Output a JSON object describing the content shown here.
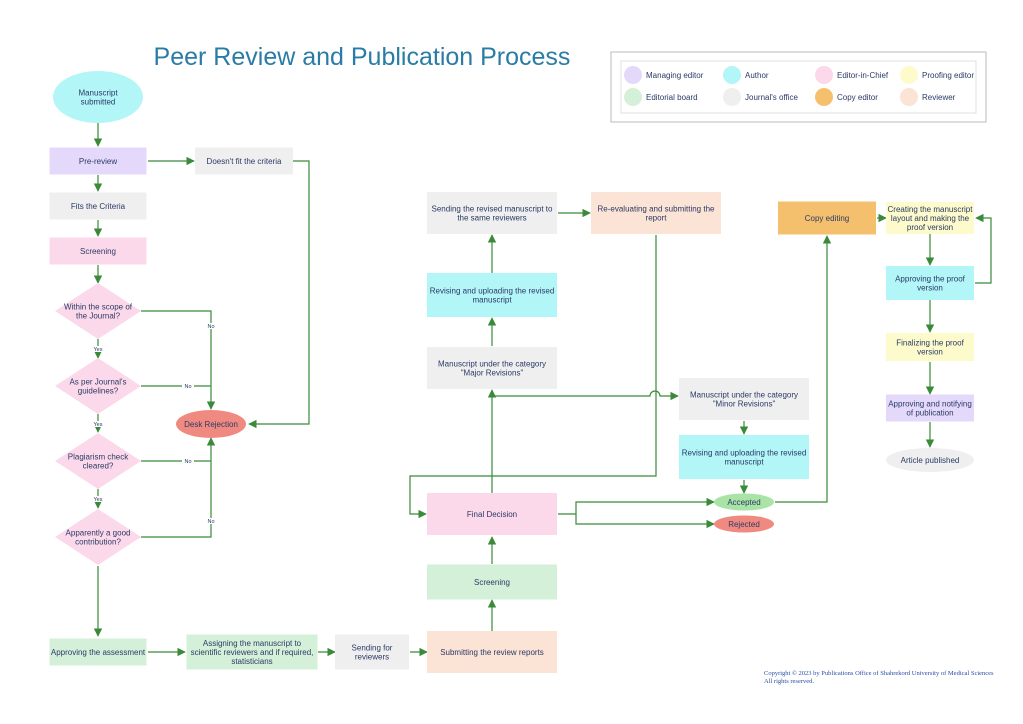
{
  "title": "Peer Review and Publication Process",
  "colors": {
    "managing_editor": "#e4d9fb",
    "author": "#b2f6f8",
    "editor_in_chief": "#fcd9ea",
    "proofing_editor": "#fdfbcb",
    "editorial_board": "#d5f0d8",
    "journals_office": "#efefef",
    "copy_editor": "#f5c06e",
    "reviewer": "#fbe3d5",
    "rejection": "#f08a80",
    "accepted": "#a9e3a6",
    "edge": "#3a8a3a"
  },
  "legend": [
    {
      "label": "Managing editor",
      "color": "#e4d9fb"
    },
    {
      "label": "Author",
      "color": "#b2f6f8"
    },
    {
      "label": "Editor-in-Chief",
      "color": "#fcd9ea"
    },
    {
      "label": "Proofing editor",
      "color": "#fdfbcb"
    },
    {
      "label": "Editorial board",
      "color": "#d5f0d8"
    },
    {
      "label": "Journal's office",
      "color": "#efefef"
    },
    {
      "label": "Copy editor",
      "color": "#f5c06e"
    },
    {
      "label": "Reviewer",
      "color": "#fbe3d5"
    }
  ],
  "nodes": {
    "manuscript_submitted": [
      "Manuscript",
      "submitted"
    ],
    "pre_review": [
      "Pre-review"
    ],
    "doesnt_fit": [
      "Doesn't fit the criteria"
    ],
    "fits_criteria": [
      "Fits the Criteria"
    ],
    "screening_1": [
      "Screening"
    ],
    "within_scope": [
      "Within the scope of",
      "the Journal?"
    ],
    "per_guidelines": [
      "As per Journal's",
      "guidelines?"
    ],
    "plagiarism": [
      "Plagiarism check",
      "cleared?"
    ],
    "good_contribution": [
      "Apparently a good",
      "contribution?"
    ],
    "desk_rejection": [
      "Desk Rejection"
    ],
    "approving_assessment": [
      "Approving the assessment"
    ],
    "assigning": [
      "Assigning the manuscript to",
      "scientific reviewers and if required,",
      "statisticians"
    ],
    "sending_reviewers": [
      "Sending for",
      "reviewers"
    ],
    "submitting_reports": [
      "Submitting the review reports"
    ],
    "screening_2": [
      "Screening"
    ],
    "final_decision": [
      "Final Decision"
    ],
    "major_revisions": [
      "Manuscript under the category",
      "\"Major Revisions\""
    ],
    "revising_major": [
      "Revising and uploading the revised",
      "manuscript"
    ],
    "sending_same": [
      "Sending the revised manuscript to",
      "the same reviewers"
    ],
    "reevaluating": [
      "Re-evaluating and submitting the",
      "report"
    ],
    "minor_revisions": [
      "Manuscript under the category",
      "\"Minor Revisions\""
    ],
    "revising_minor": [
      "Revising and uploading the revised",
      "manuscript"
    ],
    "accepted": [
      "Accepted"
    ],
    "rejected": [
      "Rejected"
    ],
    "copy_editing": [
      "Copy editing"
    ],
    "creating_layout": [
      "Creating the manuscript",
      "layout and making the",
      "proof version"
    ],
    "approving_proof": [
      "Approving the proof",
      "version"
    ],
    "finalizing_proof": [
      "Finalizing the proof",
      "version"
    ],
    "approving_notifying": [
      "Approving and notifying",
      "of publication"
    ],
    "article_published": [
      "Article published"
    ]
  },
  "edge_labels": {
    "yes": "Yes",
    "no": "No"
  },
  "copyright": [
    "Copyright © 2023 by Publications Office of Shahrekord University of Medical Sciences",
    "All rights reserved."
  ]
}
